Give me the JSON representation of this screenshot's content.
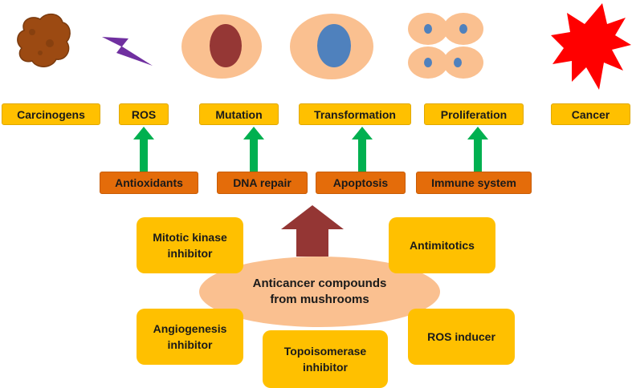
{
  "stages": [
    {
      "label": "Carcinogens",
      "icon": "carcinogen-blob-icon"
    },
    {
      "label": "ROS",
      "icon": "lightning-bolt-icon"
    },
    {
      "label": "Mutation",
      "icon": "mutated-cell-icon"
    },
    {
      "label": "Transformation",
      "icon": "transformed-cell-icon"
    },
    {
      "label": "Proliferation",
      "icon": "dividing-cells-icon"
    },
    {
      "label": "Cancer",
      "icon": "cancer-starburst-icon"
    }
  ],
  "defenses": [
    "Antioxidants",
    "DNA repair",
    "Apoptosis",
    "Immune system"
  ],
  "center": "Anticancer compounds\nfrom mushrooms",
  "compounds": {
    "mitotic_kinase": "Mitotic kinase\ninhibitor",
    "antimitotics": "Antimitotics",
    "angiogenesis": "Angiogenesis\ninhibitor",
    "topoisomerase": "Topoisomerase\ninhibitor",
    "ros_inducer": "ROS inducer"
  },
  "colors": {
    "stage_box": "#ffc000",
    "defense_box": "#e46c0a",
    "green_arrow": "#00b050",
    "red_arrow": "#943634",
    "ellipse": "#fac090"
  }
}
